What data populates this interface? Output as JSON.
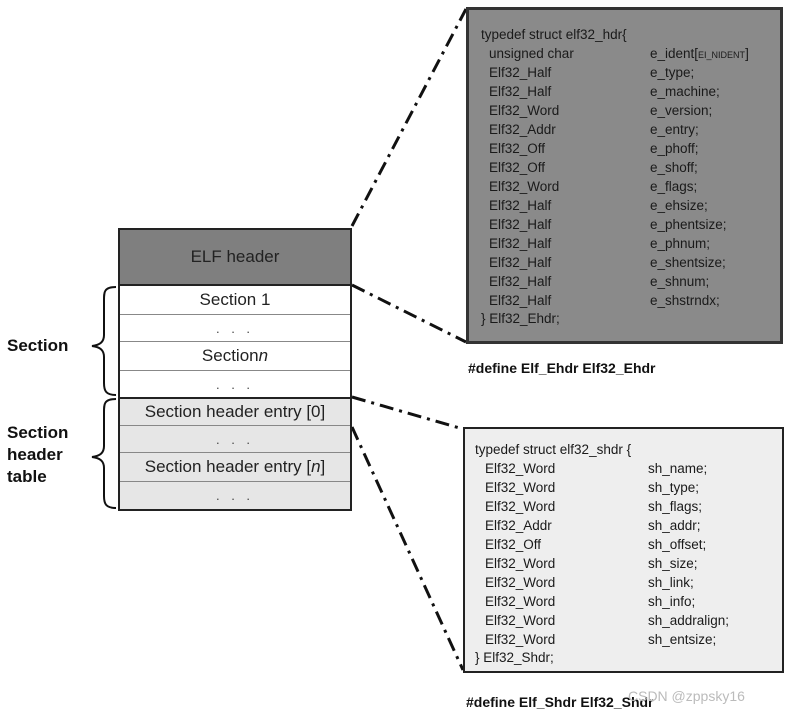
{
  "elf_file": {
    "header_label": "ELF header",
    "rows": [
      {
        "label": "Section 1",
        "kind": "section"
      },
      {
        "label": ". . .",
        "kind": "section"
      },
      {
        "label": "Section ",
        "italic": "n",
        "kind": "section"
      },
      {
        "label": ". . .",
        "kind": "section"
      },
      {
        "label": "Section header entry [0]",
        "kind": "sht"
      },
      {
        "label": ". . .",
        "kind": "sht"
      },
      {
        "label": "Section header entry [",
        "italic": "n",
        "suffix": "]",
        "kind": "sht"
      },
      {
        "label": ". . .",
        "kind": "sht"
      }
    ]
  },
  "labels": {
    "section": "Section",
    "sht_line1": "Section",
    "sht_line2": "header",
    "sht_line3": "table"
  },
  "ehdr": {
    "head": "typedef struct elf32_hdr{",
    "fields": [
      {
        "type": "unsigned char",
        "name": "e_ident[",
        "small": "EI_NIDENT",
        "close": "]"
      },
      {
        "type": "Elf32_Half",
        "name": "e_type;"
      },
      {
        "type": "Elf32_Half",
        "name": "e_machine;"
      },
      {
        "type": "Elf32_Word",
        "name": "e_version;"
      },
      {
        "type": "Elf32_Addr",
        "name": "e_entry;"
      },
      {
        "type": "Elf32_Off",
        "name": "e_phoff;"
      },
      {
        "type": "Elf32_Off",
        "name": "e_shoff;"
      },
      {
        "type": "Elf32_Word",
        "name": "e_flags;"
      },
      {
        "type": "Elf32_Half",
        "name": "e_ehsize;"
      },
      {
        "type": "Elf32_Half",
        "name": "e_phentsize;"
      },
      {
        "type": "Elf32_Half",
        "name": "e_phnum;"
      },
      {
        "type": "Elf32_Half",
        "name": "e_shentsize;"
      },
      {
        "type": "Elf32_Half",
        "name": "e_shnum;"
      },
      {
        "type": "Elf32_Half",
        "name": "e_shstrndx;"
      }
    ],
    "tail": "} Elf32_Ehdr;",
    "define": "#define Elf_Ehdr Elf32_Ehdr"
  },
  "shdr": {
    "head": "typedef struct elf32_shdr {",
    "fields": [
      {
        "type": "Elf32_Word",
        "name": "sh_name;"
      },
      {
        "type": "Elf32_Word",
        "name": "sh_type;"
      },
      {
        "type": "Elf32_Word",
        "name": "sh_flags;"
      },
      {
        "type": "Elf32_Addr",
        "name": "sh_addr;"
      },
      {
        "type": "Elf32_Off",
        "name": "sh_offset;"
      },
      {
        "type": "Elf32_Word",
        "name": "sh_size;"
      },
      {
        "type": "Elf32_Word",
        "name": "sh_link;"
      },
      {
        "type": "Elf32_Word",
        "name": "sh_info;"
      },
      {
        "type": "Elf32_Word",
        "name": "sh_addralign;"
      },
      {
        "type": "Elf32_Word",
        "name": "sh_entsize;"
      }
    ],
    "tail": "} Elf32_Shdr;",
    "define": "#define Elf_Shdr Elf32_Shdr"
  },
  "watermark": "CSDN @zppsky16"
}
